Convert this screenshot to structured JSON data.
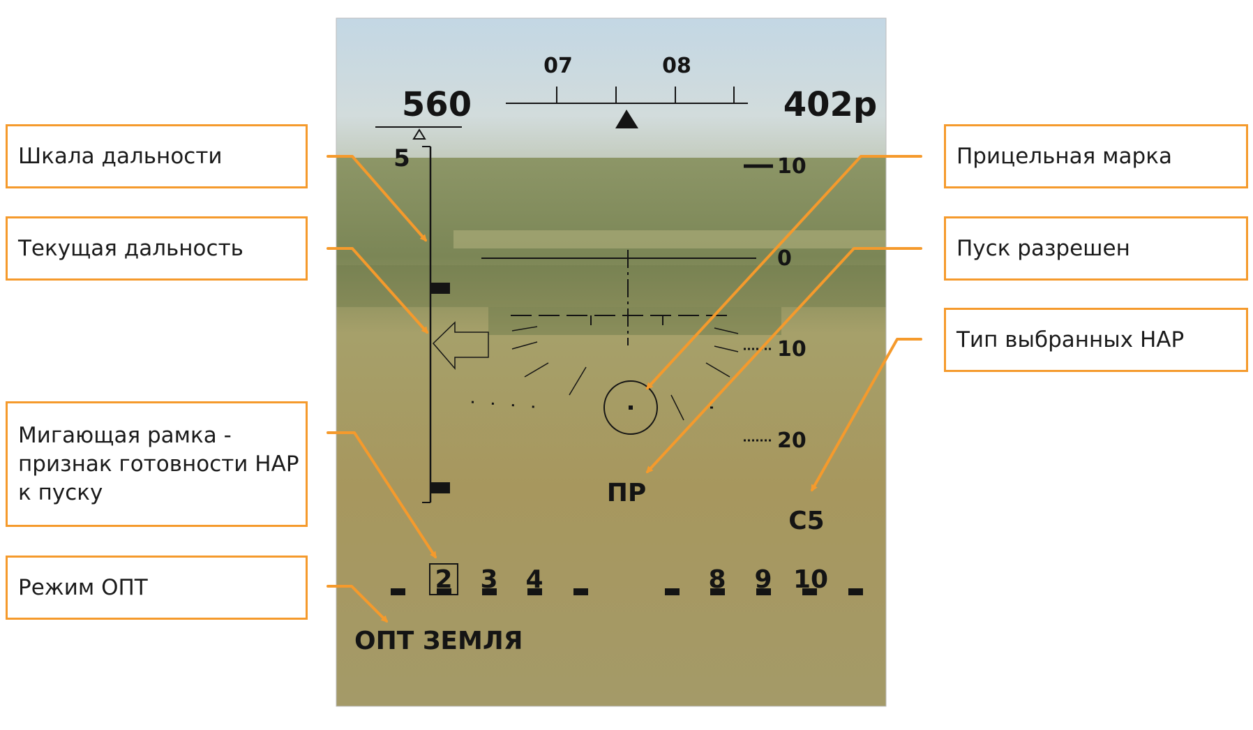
{
  "hud": {
    "airspeed": "560",
    "altitude": "402р",
    "heading_ticks": [
      "07",
      "08"
    ],
    "range_scale_max": "5",
    "pitch_labels": [
      "10",
      "0",
      "10",
      "20"
    ],
    "launch_permitted": "ПР",
    "rocket_type": "С5",
    "mode": "ОПТ ЗЕМЛЯ",
    "stations_left": [
      "2",
      "3",
      "4"
    ],
    "stations_right": [
      "8",
      "9",
      "10"
    ]
  },
  "callouts": {
    "range_scale": "Шкала дальности",
    "current_range": "Текущая дальность",
    "ready_frame": "Мигающая рамка -\nпризнак готовности НАР\nк пуску",
    "opt_mode": "Режим ОПТ",
    "aiming_mark": "Прицельная марка",
    "launch_permitted": "Пуск разрешен",
    "rocket_type": "Тип выбранных НАР"
  },
  "colors": {
    "accent": "#f59a2c",
    "hud_symbology": "#141414",
    "sky": "#c7d8e2",
    "field": "#9f9a5e"
  }
}
